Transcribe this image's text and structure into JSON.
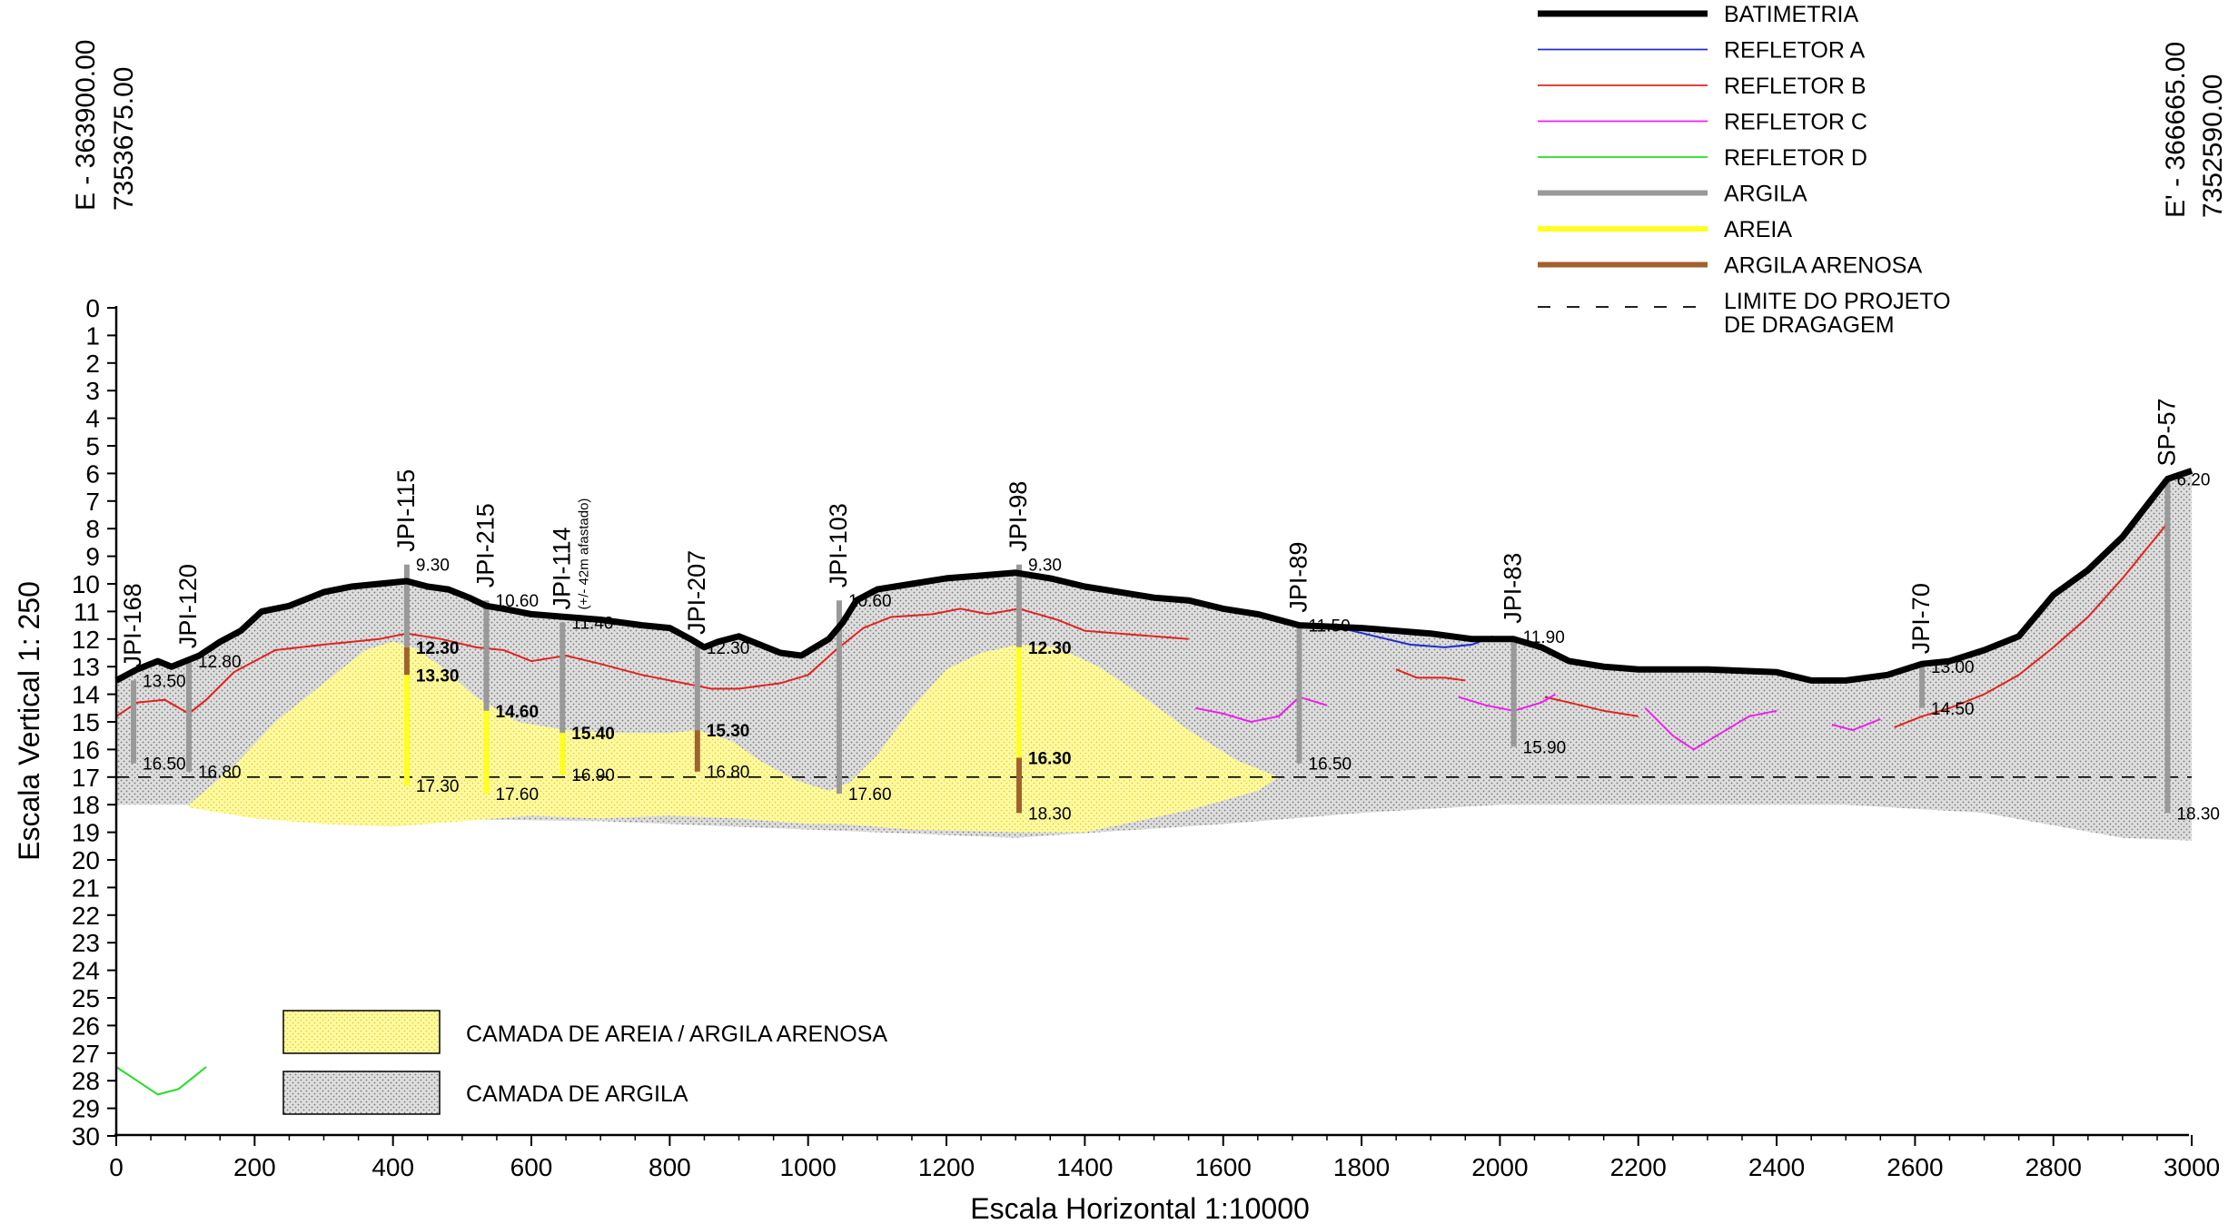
{
  "corners": {
    "left_line1": "E - 363900.00",
    "left_line2": "7353675.00",
    "right_line1": "E' - 366665.00",
    "right_line2": "7352590.00"
  },
  "axes": {
    "ylabel": "Escala Vertical 1: 250",
    "xlabel": "Escala Horizontal 1:10000",
    "y_ticks": [
      "0",
      "1",
      "2",
      "3",
      "4",
      "5",
      "6",
      "7",
      "8",
      "9",
      "10",
      "11",
      "12",
      "13",
      "14",
      "15",
      "16",
      "17",
      "18",
      "19",
      "20",
      "21",
      "22",
      "23",
      "24",
      "25",
      "26",
      "27",
      "28",
      "29",
      "30"
    ],
    "x_ticks": [
      "0",
      "200",
      "400",
      "600",
      "800",
      "1000",
      "1200",
      "1400",
      "1600",
      "1800",
      "2000",
      "2200",
      "2400",
      "2600",
      "2800",
      "3000"
    ]
  },
  "legend": [
    {
      "label": "BATIMETRIA",
      "color": "#000000",
      "style": "thick"
    },
    {
      "label": "REFLETOR A",
      "color": "#1f2bd6",
      "style": "thin"
    },
    {
      "label": "REFLETOR B",
      "color": "#e32222",
      "style": "thin"
    },
    {
      "label": "REFLETOR C",
      "color": "#f01ef0",
      "style": "thin"
    },
    {
      "label": "REFLETOR D",
      "color": "#22e022",
      "style": "thin"
    },
    {
      "label": "ARGILA",
      "color": "#999999",
      "style": "thick"
    },
    {
      "label": "AREIA",
      "color": "#ffff22",
      "style": "thick"
    },
    {
      "label": "ARGILA ARENOSA",
      "color": "#a0622d",
      "style": "thick"
    },
    {
      "label": "LIMITE DO PROJETO",
      "label2": "DE DRAGAGEM",
      "color": "#000000",
      "style": "dashed"
    }
  ],
  "box_legend": [
    {
      "label": "CAMADA DE AREIA / ARGILA ARENOSA",
      "color": "#fffaa0"
    },
    {
      "label": "CAMADA DE ARGILA",
      "color": "#d8d8d8"
    }
  ],
  "dredging_limit_depth": 17,
  "boreholes": [
    {
      "name": "JPI-168",
      "x": 25,
      "labels": [
        "13.50",
        "16.50"
      ],
      "segments": [
        {
          "from": 13.5,
          "to": 16.5,
          "mat": "argila"
        }
      ]
    },
    {
      "name": "JPI-120",
      "x": 105,
      "labels": [
        "12.80",
        "16.80"
      ],
      "segments": [
        {
          "from": 12.8,
          "to": 16.8,
          "mat": "argila"
        }
      ]
    },
    {
      "name": "JPI-115",
      "x": 420,
      "labels": [
        "9.30",
        "12.30",
        "13.30",
        "17.30"
      ],
      "segments": [
        {
          "from": 9.3,
          "to": 12.3,
          "mat": "argila"
        },
        {
          "from": 12.3,
          "to": 13.3,
          "mat": "arenosa"
        },
        {
          "from": 13.3,
          "to": 17.3,
          "mat": "areia"
        }
      ]
    },
    {
      "name": "JPI-215",
      "x": 535,
      "labels": [
        "10.60",
        "14.60",
        "17.60"
      ],
      "segments": [
        {
          "from": 10.6,
          "to": 14.6,
          "mat": "argila"
        },
        {
          "from": 14.6,
          "to": 17.6,
          "mat": "areia"
        }
      ]
    },
    {
      "name": "JPI-114",
      "note": "(+/- 42m afastado)",
      "x": 645,
      "labels": [
        "11.40",
        "15.40",
        "16.90"
      ],
      "segments": [
        {
          "from": 11.4,
          "to": 15.4,
          "mat": "argila"
        },
        {
          "from": 15.4,
          "to": 16.9,
          "mat": "areia"
        }
      ]
    },
    {
      "name": "JPI-207",
      "x": 840,
      "labels": [
        "12.30",
        "15.30",
        "16.80"
      ],
      "segments": [
        {
          "from": 12.3,
          "to": 15.3,
          "mat": "argila"
        },
        {
          "from": 15.3,
          "to": 16.8,
          "mat": "arenosa"
        }
      ]
    },
    {
      "name": "JPI-103",
      "x": 1045,
      "labels": [
        "10.60",
        "17.60"
      ],
      "segments": [
        {
          "from": 10.6,
          "to": 17.6,
          "mat": "argila"
        }
      ]
    },
    {
      "name": "JPI-98",
      "x": 1305,
      "labels": [
        "9.30",
        "12.30",
        "16.30",
        "18.30"
      ],
      "segments": [
        {
          "from": 9.3,
          "to": 12.3,
          "mat": "argila"
        },
        {
          "from": 12.3,
          "to": 16.3,
          "mat": "areia"
        },
        {
          "from": 16.3,
          "to": 18.3,
          "mat": "arenosa"
        }
      ]
    },
    {
      "name": "JPI-89",
      "x": 1710,
      "labels": [
        "11.50",
        "16.50"
      ],
      "segments": [
        {
          "from": 11.5,
          "to": 16.5,
          "mat": "argila"
        }
      ]
    },
    {
      "name": "JPI-83",
      "x": 2020,
      "labels": [
        "11.90",
        "15.90"
      ],
      "segments": [
        {
          "from": 11.9,
          "to": 15.9,
          "mat": "argila"
        }
      ]
    },
    {
      "name": "JPI-70",
      "x": 2610,
      "labels": [
        "13.00",
        "14.50"
      ],
      "segments": [
        {
          "from": 13.0,
          "to": 14.5,
          "mat": "argila"
        }
      ]
    },
    {
      "name": "SP-57",
      "x": 2965,
      "labels": [
        "6.20",
        "18.30"
      ],
      "segments": [
        {
          "from": 6.2,
          "to": 18.3,
          "mat": "argila"
        }
      ]
    }
  ],
  "bathymetry": [
    [
      0,
      13.5
    ],
    [
      30,
      13.1
    ],
    [
      60,
      12.8
    ],
    [
      80,
      13.0
    ],
    [
      100,
      12.8
    ],
    [
      120,
      12.6
    ],
    [
      150,
      12.1
    ],
    [
      180,
      11.7
    ],
    [
      210,
      11.0
    ],
    [
      250,
      10.8
    ],
    [
      300,
      10.3
    ],
    [
      340,
      10.1
    ],
    [
      380,
      10.0
    ],
    [
      420,
      9.9
    ],
    [
      450,
      10.1
    ],
    [
      480,
      10.2
    ],
    [
      510,
      10.5
    ],
    [
      535,
      10.8
    ],
    [
      560,
      10.9
    ],
    [
      600,
      11.1
    ],
    [
      650,
      11.2
    ],
    [
      700,
      11.3
    ],
    [
      760,
      11.5
    ],
    [
      800,
      11.6
    ],
    [
      830,
      12.0
    ],
    [
      850,
      12.3
    ],
    [
      870,
      12.1
    ],
    [
      900,
      11.9
    ],
    [
      930,
      12.2
    ],
    [
      960,
      12.5
    ],
    [
      990,
      12.6
    ],
    [
      1010,
      12.3
    ],
    [
      1030,
      12.0
    ],
    [
      1050,
      11.4
    ],
    [
      1070,
      10.6
    ],
    [
      1100,
      10.2
    ],
    [
      1150,
      10.0
    ],
    [
      1200,
      9.8
    ],
    [
      1250,
      9.7
    ],
    [
      1300,
      9.6
    ],
    [
      1350,
      9.8
    ],
    [
      1400,
      10.1
    ],
    [
      1450,
      10.3
    ],
    [
      1500,
      10.5
    ],
    [
      1550,
      10.6
    ],
    [
      1600,
      10.9
    ],
    [
      1650,
      11.1
    ],
    [
      1710,
      11.5
    ],
    [
      1800,
      11.6
    ],
    [
      1900,
      11.8
    ],
    [
      1960,
      12.0
    ],
    [
      2020,
      12.0
    ],
    [
      2060,
      12.3
    ],
    [
      2100,
      12.8
    ],
    [
      2150,
      13.0
    ],
    [
      2200,
      13.1
    ],
    [
      2300,
      13.1
    ],
    [
      2400,
      13.2
    ],
    [
      2450,
      13.5
    ],
    [
      2500,
      13.5
    ],
    [
      2560,
      13.3
    ],
    [
      2610,
      12.9
    ],
    [
      2650,
      12.8
    ],
    [
      2700,
      12.4
    ],
    [
      2750,
      11.9
    ],
    [
      2800,
      10.4
    ],
    [
      2850,
      9.5
    ],
    [
      2900,
      8.3
    ],
    [
      2940,
      7.0
    ],
    [
      2965,
      6.2
    ],
    [
      3000,
      5.9
    ]
  ],
  "clay_bottom": [
    [
      0,
      18.0
    ],
    [
      100,
      18.0
    ],
    [
      400,
      18.5
    ],
    [
      700,
      18.6
    ],
    [
      1000,
      18.9
    ],
    [
      1300,
      19.2
    ],
    [
      1600,
      18.7
    ],
    [
      1800,
      18.3
    ],
    [
      2000,
      18.0
    ],
    [
      2300,
      18.0
    ],
    [
      2500,
      18.0
    ],
    [
      2700,
      18.3
    ],
    [
      2900,
      19.2
    ],
    [
      3000,
      19.3
    ]
  ],
  "sand_layer": [
    [
      105,
      18.0
    ],
    [
      170,
      16.6
    ],
    [
      230,
      15.0
    ],
    [
      300,
      13.6
    ],
    [
      360,
      12.4
    ],
    [
      400,
      12.1
    ],
    [
      430,
      12.3
    ],
    [
      470,
      13.0
    ],
    [
      520,
      14.1
    ],
    [
      580,
      15.0
    ],
    [
      650,
      15.3
    ],
    [
      720,
      15.4
    ],
    [
      800,
      15.4
    ],
    [
      840,
      15.3
    ],
    [
      890,
      15.7
    ],
    [
      930,
      16.4
    ],
    [
      980,
      17.1
    ],
    [
      1030,
      17.5
    ],
    [
      1060,
      17.2
    ],
    [
      1100,
      16.2
    ],
    [
      1150,
      14.5
    ],
    [
      1200,
      13.1
    ],
    [
      1250,
      12.5
    ],
    [
      1305,
      12.2
    ],
    [
      1360,
      12.3
    ],
    [
      1420,
      13.0
    ],
    [
      1480,
      14.0
    ],
    [
      1550,
      15.3
    ],
    [
      1620,
      16.4
    ],
    [
      1680,
      17.0
    ],
    [
      1650,
      17.5
    ],
    [
      1550,
      18.2
    ],
    [
      1400,
      19.0
    ],
    [
      1300,
      19.0
    ],
    [
      1150,
      18.9
    ],
    [
      1050,
      18.7
    ],
    [
      1000,
      18.7
    ],
    [
      900,
      18.5
    ],
    [
      800,
      18.4
    ],
    [
      700,
      18.5
    ],
    [
      600,
      18.4
    ],
    [
      500,
      18.6
    ],
    [
      400,
      18.8
    ],
    [
      300,
      18.7
    ],
    [
      200,
      18.5
    ],
    [
      105,
      18.1
    ]
  ],
  "reflectors": {
    "A": [
      [
        [
          1770,
          11.6
        ],
        [
          1820,
          11.9
        ],
        [
          1870,
          12.2
        ],
        [
          1920,
          12.3
        ],
        [
          1960,
          12.2
        ],
        [
          1990,
          11.9
        ]
      ]
    ],
    "B": [
      [
        [
          0,
          14.8
        ],
        [
          30,
          14.3
        ],
        [
          70,
          14.2
        ],
        [
          105,
          14.7
        ],
        [
          130,
          14.2
        ],
        [
          170,
          13.2
        ],
        [
          230,
          12.4
        ],
        [
          300,
          12.2
        ],
        [
          380,
          12.0
        ],
        [
          420,
          11.8
        ],
        [
          470,
          12.0
        ],
        [
          520,
          12.3
        ],
        [
          560,
          12.4
        ],
        [
          600,
          12.8
        ],
        [
          650,
          12.6
        ],
        [
          700,
          12.9
        ],
        [
          760,
          13.3
        ],
        [
          820,
          13.6
        ],
        [
          860,
          13.8
        ],
        [
          900,
          13.8
        ],
        [
          960,
          13.6
        ],
        [
          1000,
          13.3
        ],
        [
          1040,
          12.4
        ],
        [
          1080,
          11.6
        ],
        [
          1120,
          11.2
        ],
        [
          1180,
          11.1
        ],
        [
          1220,
          10.9
        ],
        [
          1260,
          11.1
        ],
        [
          1305,
          10.9
        ],
        [
          1360,
          11.3
        ],
        [
          1400,
          11.7
        ],
        [
          1450,
          11.8
        ],
        [
          1500,
          11.9
        ],
        [
          1550,
          12.0
        ]
      ],
      [
        [
          1850,
          13.1
        ],
        [
          1880,
          13.4
        ],
        [
          1920,
          13.4
        ],
        [
          1950,
          13.5
        ]
      ],
      [
        [
          2065,
          14.1
        ],
        [
          2100,
          14.3
        ],
        [
          2150,
          14.6
        ],
        [
          2200,
          14.8
        ]
      ],
      [
        [
          2570,
          15.2
        ],
        [
          2610,
          14.8
        ],
        [
          2650,
          14.5
        ],
        [
          2700,
          14.0
        ],
        [
          2750,
          13.3
        ],
        [
          2800,
          12.3
        ],
        [
          2850,
          11.2
        ],
        [
          2900,
          9.8
        ],
        [
          2965,
          7.8
        ]
      ]
    ],
    "C": [
      [
        [
          1560,
          14.5
        ],
        [
          1600,
          14.7
        ],
        [
          1640,
          15.0
        ],
        [
          1680,
          14.8
        ],
        [
          1710,
          14.1
        ],
        [
          1750,
          14.4
        ]
      ],
      [
        [
          1940,
          14.1
        ],
        [
          1980,
          14.4
        ],
        [
          2020,
          14.6
        ],
        [
          2060,
          14.3
        ],
        [
          2080,
          14.0
        ]
      ],
      [
        [
          2210,
          14.5
        ],
        [
          2250,
          15.5
        ],
        [
          2280,
          16.0
        ],
        [
          2320,
          15.4
        ],
        [
          2360,
          14.8
        ],
        [
          2400,
          14.6
        ]
      ],
      [
        [
          2480,
          15.1
        ],
        [
          2510,
          15.3
        ],
        [
          2550,
          14.9
        ]
      ]
    ],
    "D": [
      [
        [
          0,
          27.5
        ],
        [
          30,
          28.0
        ],
        [
          60,
          28.5
        ],
        [
          90,
          28.3
        ],
        [
          110,
          27.9
        ],
        [
          130,
          27.5
        ]
      ]
    ]
  }
}
